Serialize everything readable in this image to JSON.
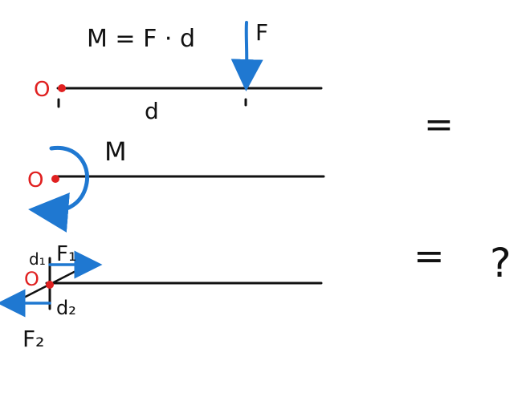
{
  "formula": "M = F · d",
  "labels": {
    "force_top": "F",
    "distance": "d",
    "moment": "M",
    "pivot_1": "O",
    "pivot_2": "O",
    "pivot_3": "O",
    "d1": "d₁",
    "f1": "F₁",
    "d2": "d₂",
    "f2": "F₂",
    "equals_1": "=",
    "equals_2": "=",
    "question": "?"
  },
  "colors": {
    "ink": "#111111",
    "force": "#1f78d1",
    "pivot": "#e02020"
  }
}
